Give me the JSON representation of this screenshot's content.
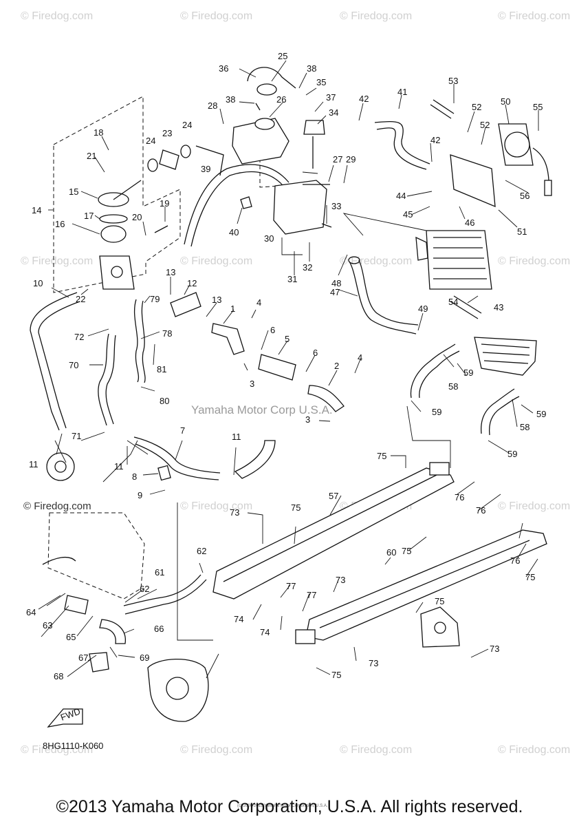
{
  "watermark": "© Firedog.com",
  "center_watermark": "Yamaha Motor Corp U.S.A.",
  "left_watermark": "© Firedog.com",
  "diagram_code": "8HG1110-K060",
  "fwd_label": "FWD",
  "fine_print": "(c) 2000-2015 Yamaha Motor Corporation, U.S.A.",
  "copyright": "©2013 Yamaha Motor Corporation, U.S.A. All rights reserved.",
  "callouts": {
    "c1": "1",
    "c2": "2",
    "c3a": "3",
    "c3b": "3",
    "c4a": "4",
    "c4b": "4",
    "c5": "5",
    "c6a": "6",
    "c6b": "6",
    "c7": "7",
    "c8": "8",
    "c9": "9",
    "c10": "10",
    "c11a": "11",
    "c11b": "11",
    "c11c": "11",
    "c12": "12",
    "c13a": "13",
    "c13b": "13",
    "c14": "14",
    "c15": "15",
    "c16": "16",
    "c17": "17",
    "c18": "18",
    "c19": "19",
    "c20": "20",
    "c21": "21",
    "c22": "22",
    "c23": "23",
    "c24a": "24",
    "c24b": "24",
    "c25": "25",
    "c26": "26",
    "c27": "27",
    "c28": "28",
    "c29": "29",
    "c30": "30",
    "c31": "31",
    "c32": "32",
    "c33": "33",
    "c34": "34",
    "c35": "35",
    "c36": "36",
    "c37": "37",
    "c38a": "38",
    "c38b": "38",
    "c39": "39",
    "c40": "40",
    "c41": "41",
    "c42a": "42",
    "c42b": "42",
    "c43": "43",
    "c44": "44",
    "c45": "45",
    "c46": "46",
    "c47": "47",
    "c48": "48",
    "c49": "49",
    "c50": "50",
    "c51": "51",
    "c52a": "52",
    "c52b": "52",
    "c53": "53",
    "c54": "54",
    "c55": "55",
    "c56": "56",
    "c57": "57",
    "c58a": "58",
    "c58b": "58",
    "c59a": "59",
    "c59b": "59",
    "c59c": "59",
    "c59d": "59",
    "c60": "60",
    "c61": "61",
    "c62a": "62",
    "c62b": "62",
    "c63": "63",
    "c64": "64",
    "c65": "65",
    "c66": "66",
    "c67": "67",
    "c68": "68",
    "c69": "69",
    "c70": "70",
    "c71": "71",
    "c72": "72",
    "c73a": "73",
    "c73b": "73",
    "c73c": "73",
    "c73d": "73",
    "c74a": "74",
    "c74b": "74",
    "c75a": "75",
    "c75b": "75",
    "c75c": "75",
    "c75d": "75",
    "c75e": "75",
    "c75f": "75",
    "c76a": "76",
    "c76b": "76",
    "c76c": "76",
    "c77a": "77",
    "c77b": "77",
    "c78": "78",
    "c79": "79",
    "c80": "80",
    "c81": "81"
  }
}
